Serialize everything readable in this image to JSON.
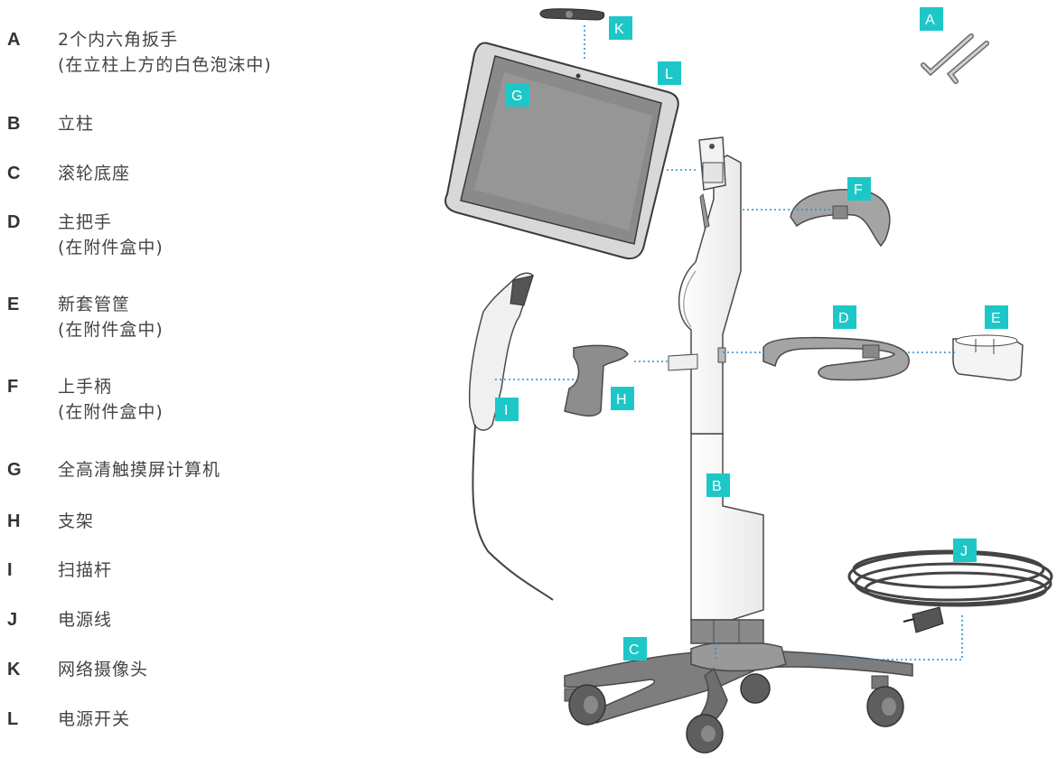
{
  "legend": [
    {
      "letter": "A",
      "lines": [
        "2个内六角扳手",
        "(在立柱上方的白色泡沫中)"
      ]
    },
    {
      "letter": "B",
      "lines": [
        "立柱"
      ]
    },
    {
      "letter": "C",
      "lines": [
        "滚轮底座"
      ]
    },
    {
      "letter": "D",
      "lines": [
        "主把手",
        "(在附件盒中)"
      ]
    },
    {
      "letter": "E",
      "lines": [
        "新套管筐",
        "(在附件盒中)"
      ]
    },
    {
      "letter": "F",
      "lines": [
        "上手柄",
        "(在附件盒中)"
      ]
    },
    {
      "letter": "G",
      "lines": [
        "全高清触摸屏计算机"
      ]
    },
    {
      "letter": "H",
      "lines": [
        "支架"
      ]
    },
    {
      "letter": "I",
      "lines": [
        "扫描杆"
      ]
    },
    {
      "letter": "J",
      "lines": [
        "电源线"
      ]
    },
    {
      "letter": "K",
      "lines": [
        "网络摄像头"
      ]
    },
    {
      "letter": "L",
      "lines": [
        "电源开关"
      ]
    }
  ],
  "tags": {
    "A": "A",
    "B": "B",
    "C": "C",
    "D": "D",
    "E": "E",
    "F": "F",
    "G": "G",
    "H": "H",
    "I": "I",
    "J": "J",
    "K": "K",
    "L": "L"
  },
  "colors": {
    "tag": "#1ec7c7",
    "leader": "#2a8fd0",
    "part": "#8c8c8c",
    "outline": "#4a4a4a"
  }
}
